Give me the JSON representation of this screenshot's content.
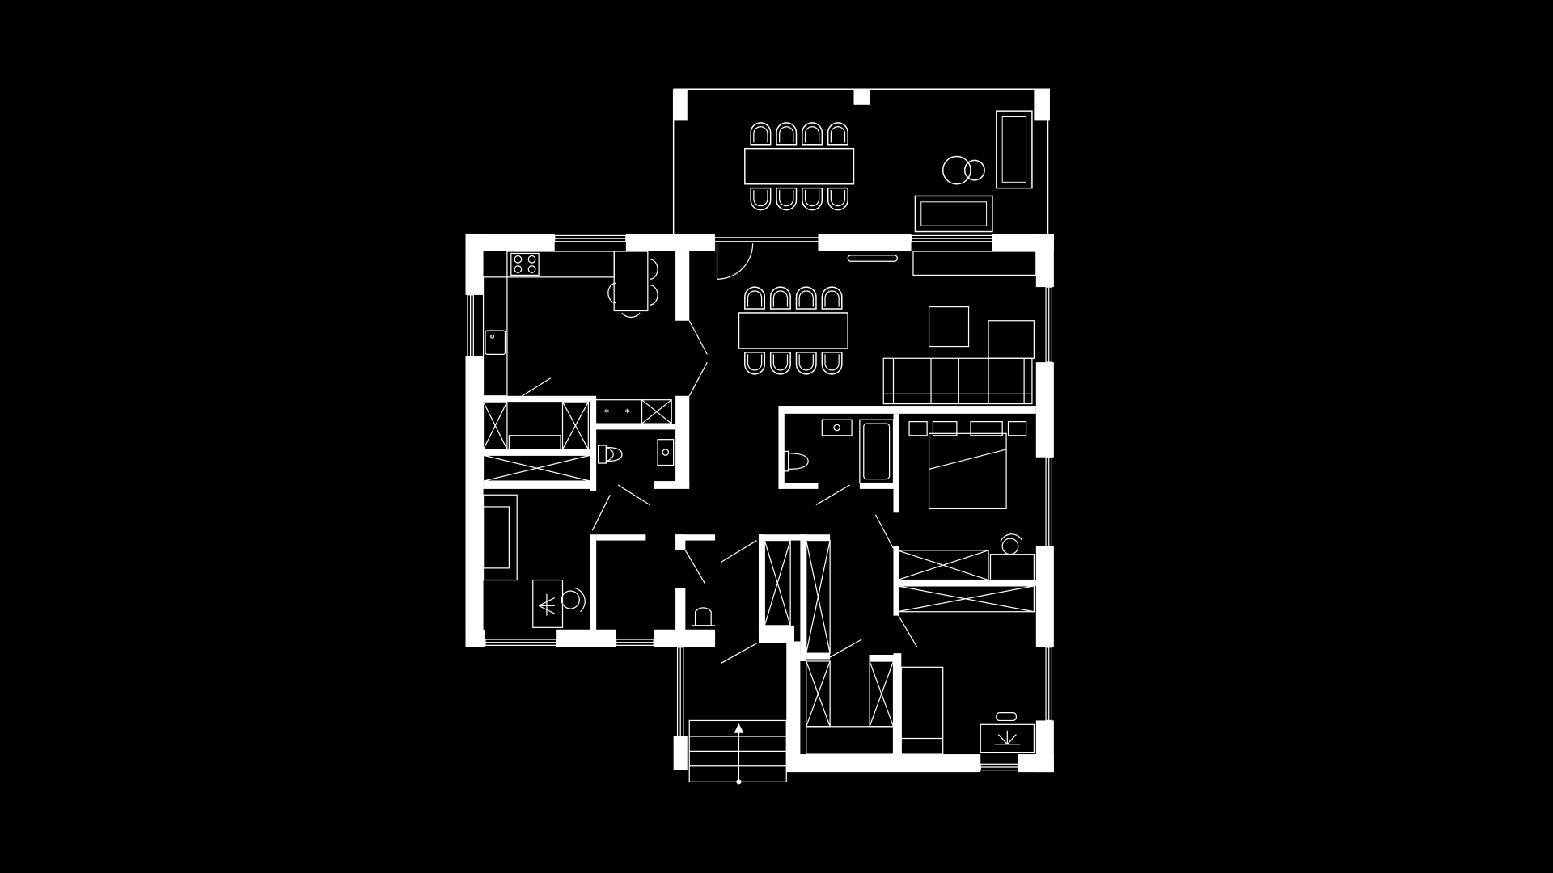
{
  "colors": {
    "background": "#000000",
    "wall": "#ffffff",
    "line": "#ffffff"
  },
  "symbols": {
    "door_swing": "arc",
    "wardrobe": "cross-box",
    "stair_arrow": "arrow-up"
  }
}
